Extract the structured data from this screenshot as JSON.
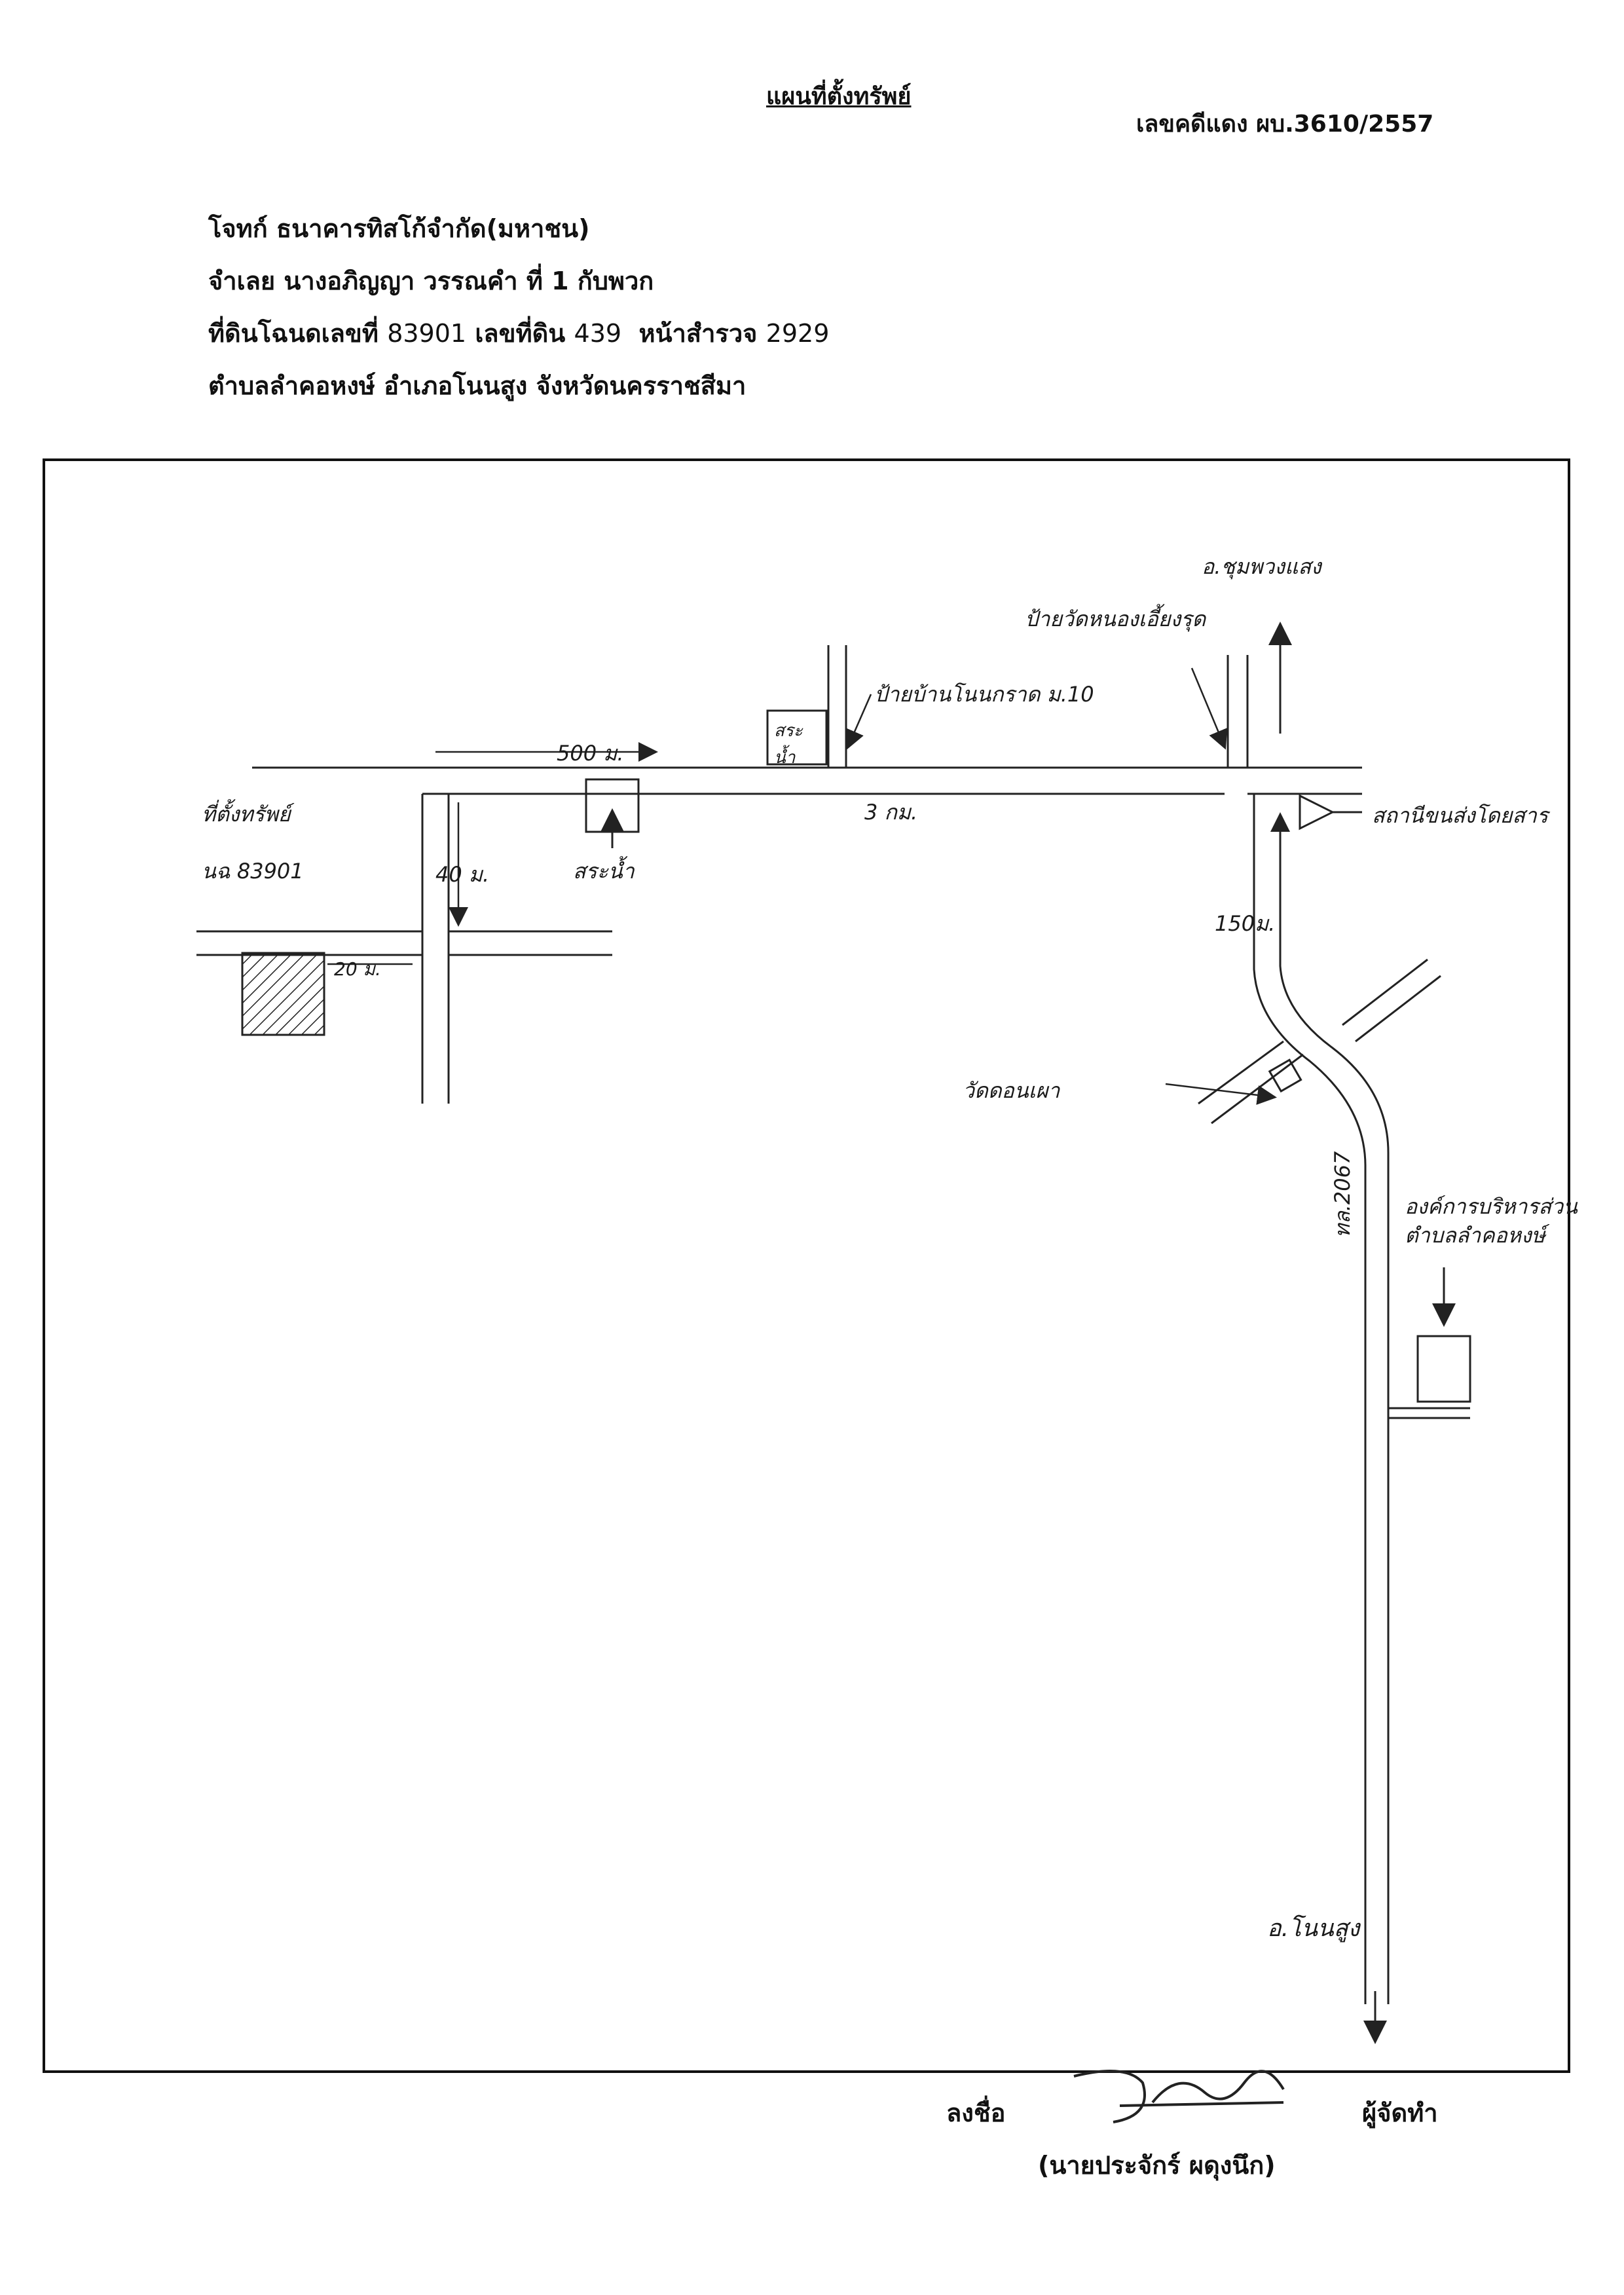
{
  "document": {
    "title": "แผนที่ตั้งทรัพย์",
    "case_number": "เลขคดีแดง ผบ.3610/2557",
    "header": {
      "plaintiff": "โจทก์ ธนาคารทิสโก้จำกัด(มหาชน)",
      "defendant": "จำเลย นางอภิญญา วรรณคำ ที่ 1 กับพวก",
      "land_prefix": "ที่ดินโฉนดเลขที่",
      "deed_no": "83901",
      "parcel_prefix": "เลขที่ดิน",
      "parcel_no": "439",
      "survey_prefix": "หน้าสำรวจ",
      "survey_no": "2929",
      "location": "ตำบลลำคอหงษ์ อำเภอโนนสูง จังหวัดนครราชสีมา"
    },
    "map_labels": {
      "north_destination": "อ.ชุมพวงแสง",
      "temple_sign": "ป้ายวัดหนองเอี้ยงรุด",
      "village_sign": "ป้ายบ้านโนนกราด ม.10",
      "pond_top": "สระ น้ำ",
      "distance_500": "500 ม.",
      "distance_3km": "3 กม.",
      "property_location": "ที่ตั้งทรัพย์",
      "deed_label": "นฉ 83901",
      "distance_40": "40 ม.",
      "distance_20": "20 ม.",
      "pond_bottom": "สระน้ำ",
      "bus_terminal": "สถานีขนส่งโดยสาร",
      "distance_150": "150ม.",
      "temple_don_phao": "วัดดอนเผา",
      "local_admin": "องค์การบริหารส่วน ตำบลลำคอหงษ์",
      "road_number": "ทล.2067",
      "south_destination": "อ.โนนสูง"
    },
    "footer": {
      "sign_label": "ลงชื่อ",
      "role": "ผู้จัดทำ",
      "name": "(นายประจักร์ ผดุงนึก)"
    }
  }
}
